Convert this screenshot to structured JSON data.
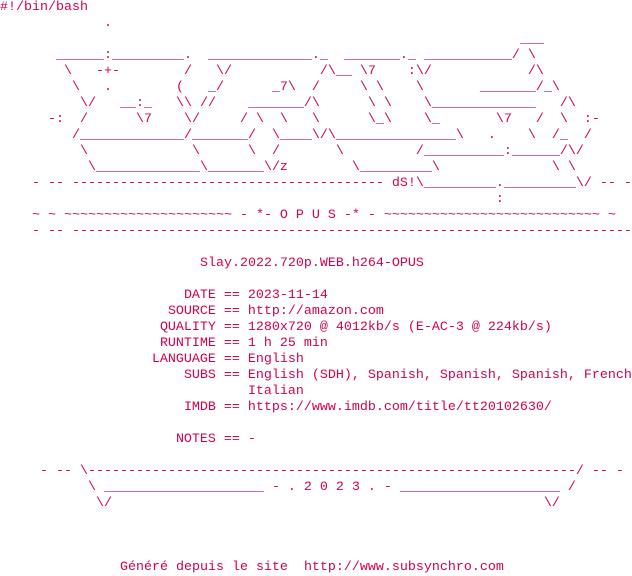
{
  "shebang": "#!/bin/bash",
  "logo_art": [
    "             .",
    "                                                                 ___",
    "       ______:_________.  _____________._  _______._ ___________/ \\",
    "        \\   -+-        /   \\/           /\\__ \\7    :\\/            /\\",
    "         \\   .        (   _/      _7\\  /     \\ \\    \\       _______/_\\",
    "          \\/   __:_   \\\\ //    _______/\\      \\ \\    \\_____________   /\\",
    "      -:  /      \\7    \\/     / \\  \\   \\      \\_\\    \\_       \\7   /  \\  :-",
    "         /_____________/_______/  \\____\\/\\_______________\\   .    \\  /_  /",
    "          \\             \\      \\  /       \\         /__________:______/\\/",
    "           \\_____________\\_______\\/z        \\_________\\              \\ \\",
    "    - -- --------------------------------------- dS!\\_________._________\\/ -- -",
    "                                                              :",
    "    ~ ~ ~~~~~~~~~~~~~~~~~~~~~ - *- O P U S -* - ~~~~~~~~~~~~~~~~~~~~~~~~~~~ ~  ~",
    "    - -- ---------------------------------------------------------------------- -- -"
  ],
  "release_name": "Slay.2022.720p.WEB.h264-OPUS",
  "separator": "==",
  "info": {
    "date": {
      "label": "DATE",
      "value": "2023-11-14"
    },
    "source": {
      "label": "SOURCE",
      "value": "http://amazon.com"
    },
    "quality": {
      "label": "QUALITY",
      "value": "1280x720 @ 4012kb/s (E-AC-3 @ 224kb/s)"
    },
    "runtime": {
      "label": "RUNTIME",
      "value": "1 h 25 min"
    },
    "language": {
      "label": "LANGUAGE",
      "value": "English"
    },
    "subs": {
      "label": "SUBS",
      "value": "English (SDH), Spanish, Spanish, Spanish, French",
      "value_cont": "Italian"
    },
    "imdb": {
      "label": "IMDB",
      "value": "https://www.imdb.com/title/tt20102630/"
    },
    "notes": {
      "label": "NOTES",
      "value": "-"
    }
  },
  "footer_art": [
    "     - -- \\-------------------------------------------------------------/ -- -",
    "           \\ ____________________ - . 2 0 2 3 . - ____________________ /",
    "            \\/                                                      \\/"
  ],
  "credit": {
    "text": "Généré depuis le site  ",
    "link": "http://www.subsynchro.com"
  },
  "colors": {
    "text": "#d4004e",
    "background": "#ffffff"
  }
}
